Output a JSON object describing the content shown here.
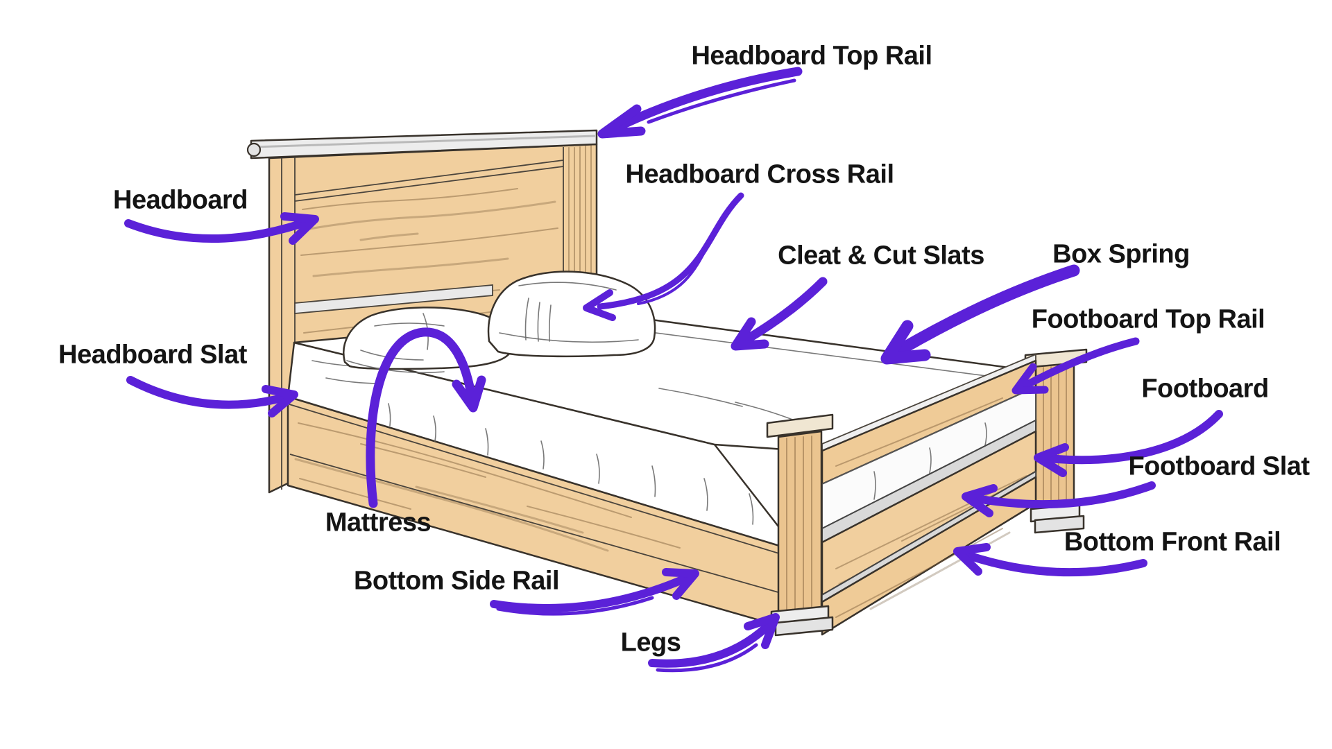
{
  "diagram": {
    "subject": "Bed frame parts diagram",
    "background": "#FFFFFF",
    "colors": {
      "arrow": "#5B21D8",
      "label_text": "#141414",
      "wood": "#F1CF9E",
      "wood_dark": "#EBC48F",
      "outline": "#38322B",
      "metal_rail": "#EDEDED",
      "bedding_white": "#FFFFFF"
    },
    "parts": [
      {
        "id": "headboard_top_rail",
        "label": "Headboard Top Rail"
      },
      {
        "id": "headboard_cross_rail",
        "label": "Headboard Cross Rail"
      },
      {
        "id": "headboard",
        "label": "Headboard"
      },
      {
        "id": "cleat_cut_slats",
        "label": "Cleat & Cut Slats"
      },
      {
        "id": "box_spring",
        "label": "Box Spring"
      },
      {
        "id": "footboard_top_rail",
        "label": "Footboard Top Rail"
      },
      {
        "id": "footboard",
        "label": "Footboard"
      },
      {
        "id": "headboard_slat",
        "label": "Headboard Slat"
      },
      {
        "id": "footboard_slat",
        "label": "Footboard Slat"
      },
      {
        "id": "mattress",
        "label": "Mattress"
      },
      {
        "id": "bottom_front_rail",
        "label": "Bottom Front Rail"
      },
      {
        "id": "bottom_side_rail",
        "label": "Bottom Side Rail"
      },
      {
        "id": "legs",
        "label": "Legs"
      }
    ]
  }
}
